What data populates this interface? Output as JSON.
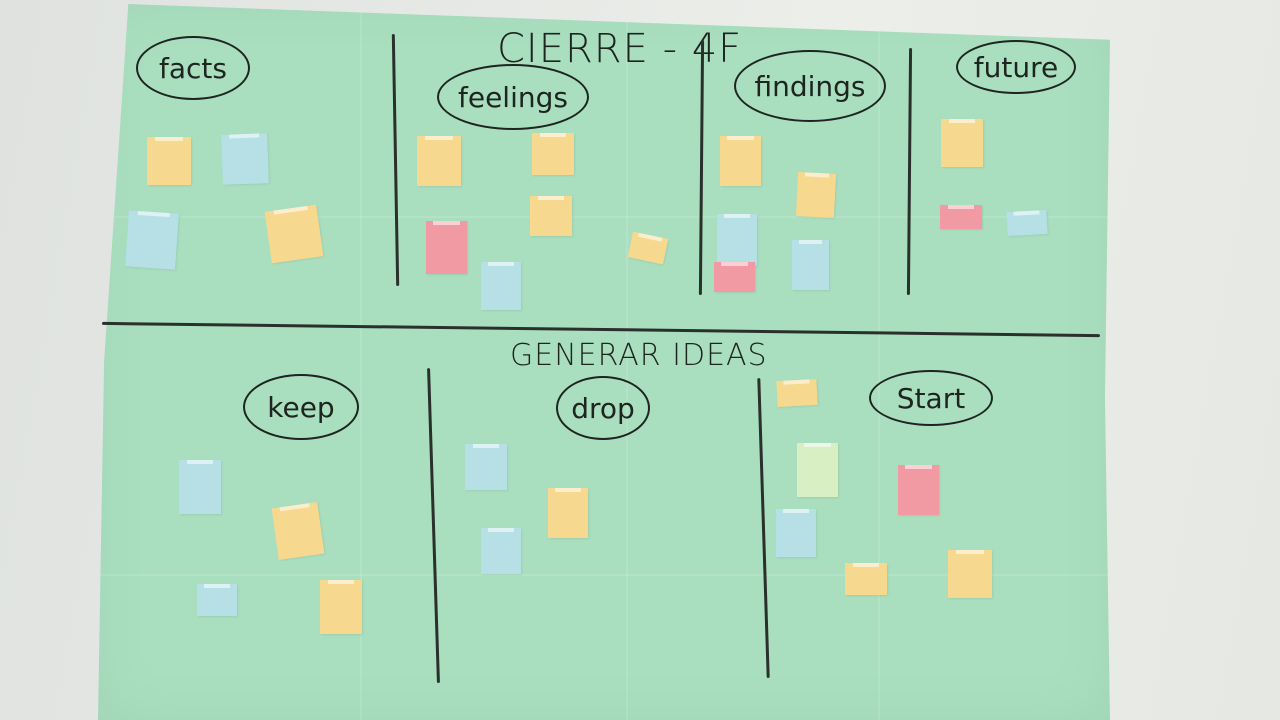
{
  "title": "CIERRE - 4F",
  "subtitle": "GENERAR IDEAS",
  "sections": {
    "facts": "facts",
    "feelings": "feelings",
    "findings": "findings",
    "future": "future",
    "keep": "keep",
    "drop": "drop",
    "start": "Start"
  },
  "colors": {
    "poster": "#a9dfbf",
    "ink": "#1e2420",
    "yellow_note": "#f6d98f",
    "blue_note": "#b6e0e6",
    "pink_note": "#f19aa3",
    "green_note": "#d8efc4"
  }
}
